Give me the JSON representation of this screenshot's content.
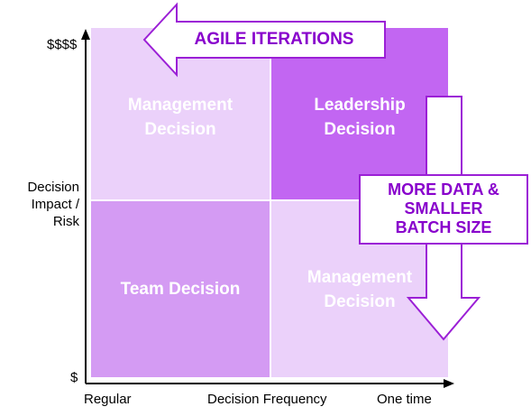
{
  "quadrants": {
    "top_left": {
      "label": "Management\nDecision",
      "color": "#ebd1fa"
    },
    "top_right": {
      "label": "Leadership\nDecision",
      "color": "#c266f2"
    },
    "bottom_left": {
      "label": "Team Decision",
      "color": "#d49bf3"
    },
    "bottom_right": {
      "label": "Management\nDecision",
      "color": "#ebd1fa"
    }
  },
  "y_axis": {
    "label": "Decision\nImpact /\nRisk",
    "top_tick": "$$$$",
    "bottom_tick": "$"
  },
  "x_axis": {
    "label": "Decision Frequency",
    "left_tick": "Regular",
    "right_tick": "One time"
  },
  "callouts": {
    "agile": "AGILE ITERATIONS",
    "data": "MORE DATA &\nSMALLER\nBATCH SIZE"
  },
  "colors": {
    "accent": "#8800cc",
    "arrow_outline": "#9b1fd6",
    "divider": "#ffffff"
  }
}
